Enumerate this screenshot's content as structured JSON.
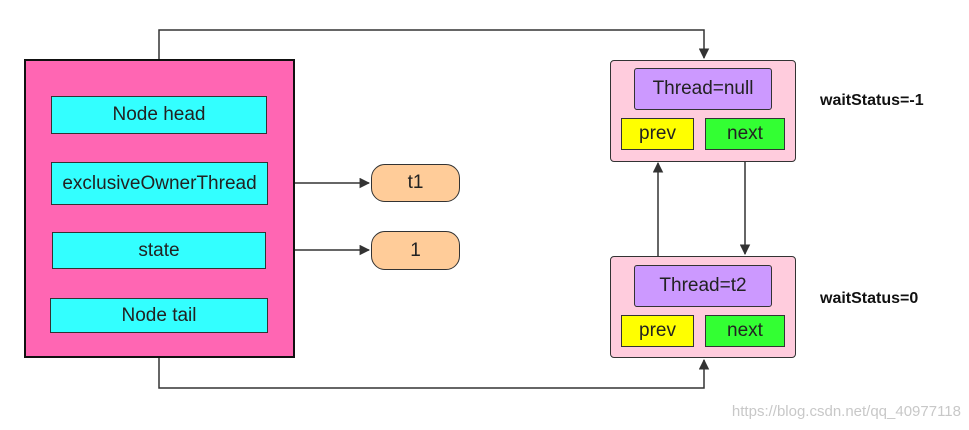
{
  "aqs": {
    "fields": {
      "head": "Node head",
      "owner": "exclusiveOwnerThread",
      "state": "state",
      "tail": "Node tail"
    }
  },
  "values": {
    "owner_value": "t1",
    "state_value": "1"
  },
  "nodes": {
    "head_node": {
      "thread": "Thread=null",
      "prev": "prev",
      "next": "next",
      "wait_status": "waitStatus=-1"
    },
    "tail_node": {
      "thread": "Thread=t2",
      "prev": "prev",
      "next": "next",
      "wait_status": "waitStatus=0"
    }
  },
  "watermark": "https://blog.csdn.net/qq_40977118",
  "colors": {
    "aqs_fill": "#ff66b3",
    "field_fill": "#33ffff",
    "value_fill": "#ffcc99",
    "node_fill": "#ffccdd",
    "thread_fill": "#cc99ff",
    "prev_fill": "#ffff00",
    "next_fill": "#33ff33"
  }
}
